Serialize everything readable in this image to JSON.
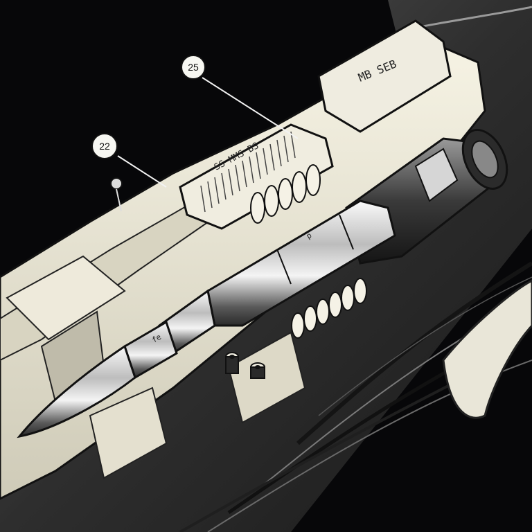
{
  "callouts": [
    {
      "label": "25"
    },
    {
      "label": "22"
    }
  ],
  "engravings": {
    "top_block": "MB SEB",
    "slide": "SS MMS BS",
    "body_mark": "p",
    "neck_mark": "fe"
  },
  "colors": {
    "background": "#070709",
    "ivory": "#ece8d6",
    "steel_light": "#f2f2f2",
    "steel_dark": "#2a2a2a",
    "wood_dark": "#2b2b2b",
    "wood_light": "#6e6e6e"
  }
}
